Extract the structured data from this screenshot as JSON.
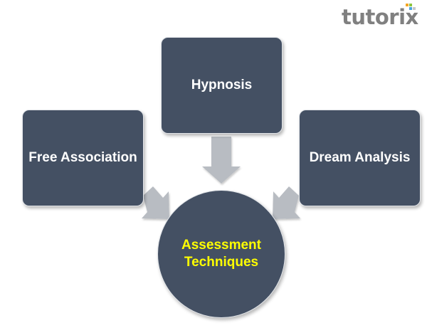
{
  "logo": {
    "text": "tutorix",
    "colors": {
      "text": "#808080",
      "dot_orange": "#f5a623",
      "dot_green": "#8cc63f",
      "dot_blue": "#4aa3df",
      "dot_gray": "#c8c8c8"
    }
  },
  "diagram": {
    "boxes": {
      "top": "Hypnosis",
      "left": "Free Association",
      "right": "Dream Analysis"
    },
    "center": {
      "line1": "Assessment",
      "line2": "Techniques"
    }
  },
  "colors": {
    "box_fill": "#445063",
    "center_text": "#ffff00",
    "box_text": "#ffffff",
    "arrow": "#b8bcc2"
  }
}
